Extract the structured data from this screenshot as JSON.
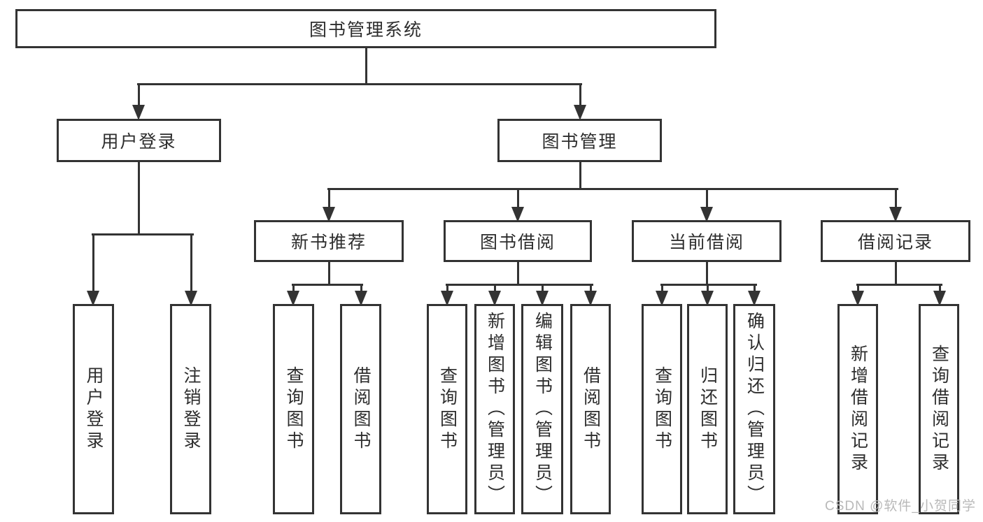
{
  "diagram": {
    "root": {
      "label": "图书管理系统"
    },
    "level2": [
      {
        "label": "用户登录",
        "children": [
          {
            "label": "用户登录"
          },
          {
            "label": "注销登录"
          }
        ]
      },
      {
        "label": "图书管理",
        "children": [
          {
            "label": "新书推荐",
            "children": [
              {
                "label": "查询图书"
              },
              {
                "label": "借阅图书"
              }
            ]
          },
          {
            "label": "图书借阅",
            "children": [
              {
                "label": "查询图书"
              },
              {
                "label": "新增图书（管理员）"
              },
              {
                "label": "编辑图书（管理员）"
              },
              {
                "label": "借阅图书"
              }
            ]
          },
          {
            "label": "当前借阅",
            "children": [
              {
                "label": "查询图书"
              },
              {
                "label": "归还图书"
              },
              {
                "label": "确认归还（管理员）"
              }
            ]
          },
          {
            "label": "借阅记录",
            "children": [
              {
                "label": "新增借阅记录"
              },
              {
                "label": "查询借阅记录"
              }
            ]
          }
        ]
      }
    ]
  },
  "watermark": {
    "text": "CSDN @软件_小贺同学"
  },
  "colors": {
    "line": "#333333",
    "text": "#2d2d2d",
    "watermark": "#b9b9b9",
    "background": "#ffffff"
  }
}
